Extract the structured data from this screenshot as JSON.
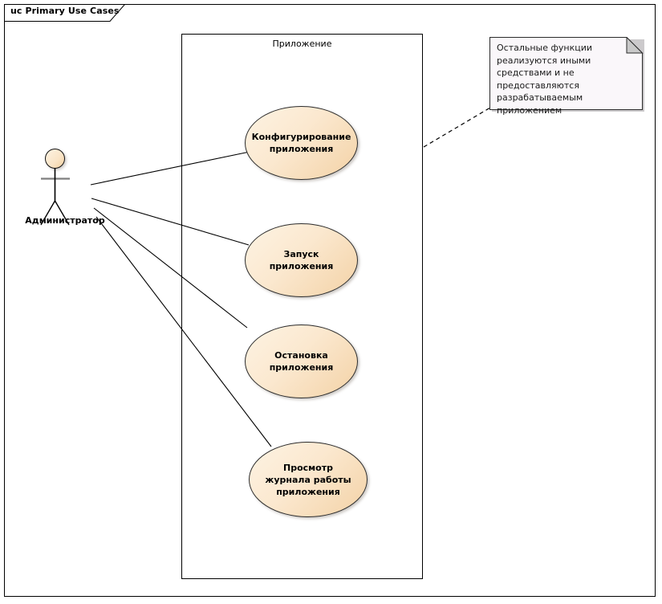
{
  "diagram": {
    "title": "uc Primary Use Cases",
    "type": "uml-use-case-diagram",
    "boundary_label": "Приложение",
    "colors": {
      "usecase_fill_light": "#fdf3e3",
      "usecase_fill_dark": "#f3d2a6",
      "usecase_border": "#2b2b2b",
      "note_fill": "#faf7fa",
      "note_border": "#2b2b2b",
      "line": "#000000",
      "background": "#ffffff"
    }
  },
  "actor": {
    "name": "Администратор",
    "icon": "stick-figure-actor-icon"
  },
  "use_cases": [
    {
      "id": "configure",
      "label": "Конфигурирование приложения"
    },
    {
      "id": "start",
      "label": "Запуск приложения"
    },
    {
      "id": "stop",
      "label": "Остановка приложения"
    },
    {
      "id": "log",
      "label": "Просмотр журнала работы приложения"
    }
  ],
  "note": {
    "text": "Остальные функции реализуются иными средствами и не предоставляются разрабатываемым приложением",
    "anchor_style": "dashed"
  },
  "associations": [
    {
      "from": "Администратор",
      "to": "Конфигурирование приложения"
    },
    {
      "from": "Администратор",
      "to": "Запуск приложения"
    },
    {
      "from": "Администратор",
      "to": "Остановка приложения"
    },
    {
      "from": "Администратор",
      "to": "Просмотр журнала работы приложения"
    }
  ]
}
